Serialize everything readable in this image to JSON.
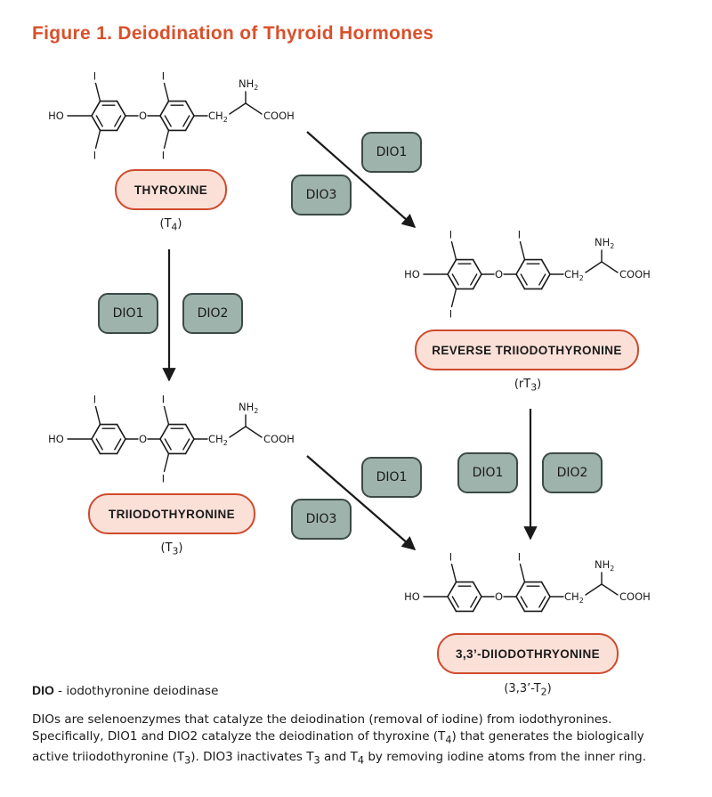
{
  "title": "Figure 1. Deiodination of Thyroid Hormones",
  "molecule_labels": {
    "iodine": "I",
    "oxygen": "O",
    "hydroxyl": "HO",
    "ch2": "CH",
    "ch2_subscript": "2",
    "amine": "NH",
    "amine_subscript": "2",
    "carboxyl": "COOH"
  },
  "compounds": {
    "thyroxine": {
      "name": "THYROXINE",
      "abbr": "T",
      "abbr_sub": "4"
    },
    "reverse_t3": {
      "name": "REVERSE TRIIODOTHYRONINE",
      "abbr": "rT",
      "abbr_sub": "3"
    },
    "triiodothyronine": {
      "name": "TRIIODOTHYRONINE",
      "abbr": "T",
      "abbr_sub": "3"
    },
    "t2": {
      "name": "3,3’-DIIODOTHRYONINE",
      "abbr": "3,3’-T",
      "abbr_sub": "2"
    }
  },
  "enzymes": {
    "t4_to_rt3": [
      "DIO1",
      "DIO3"
    ],
    "t4_to_t3": [
      "DIO1",
      "DIO2"
    ],
    "t3_to_t2": [
      "DIO1",
      "DIO3"
    ],
    "rt3_to_t2": [
      "DIO1",
      "DIO2"
    ]
  },
  "legend": {
    "term": "DIO",
    "definition": " - iodothyronine deiodinase"
  },
  "description": {
    "p1": "DIOs are selenoenzymes that catalyze the deiodination (removal of iodine) from iodothyronines. Specifically, DIO1 and DIO2 catalyze the deiodination of thyroxine (T",
    "p1_sub_a": "4",
    "p2": ") that generates the biologically active triiodothyronine (T",
    "p2_sub": "3",
    "p3": "). DIO3 inactivates T",
    "p3_sub_a": "3",
    "p4": " and T",
    "p4_sub": "4",
    "p5": " by removing iodine atoms from the inner ring."
  },
  "colors": {
    "title": "#d9502b",
    "pill_fill": "#fbe0d8",
    "pill_border": "#cf4a2c",
    "enzyme_fill": "#9fb3ad",
    "enzyme_border": "#3b4a46"
  }
}
